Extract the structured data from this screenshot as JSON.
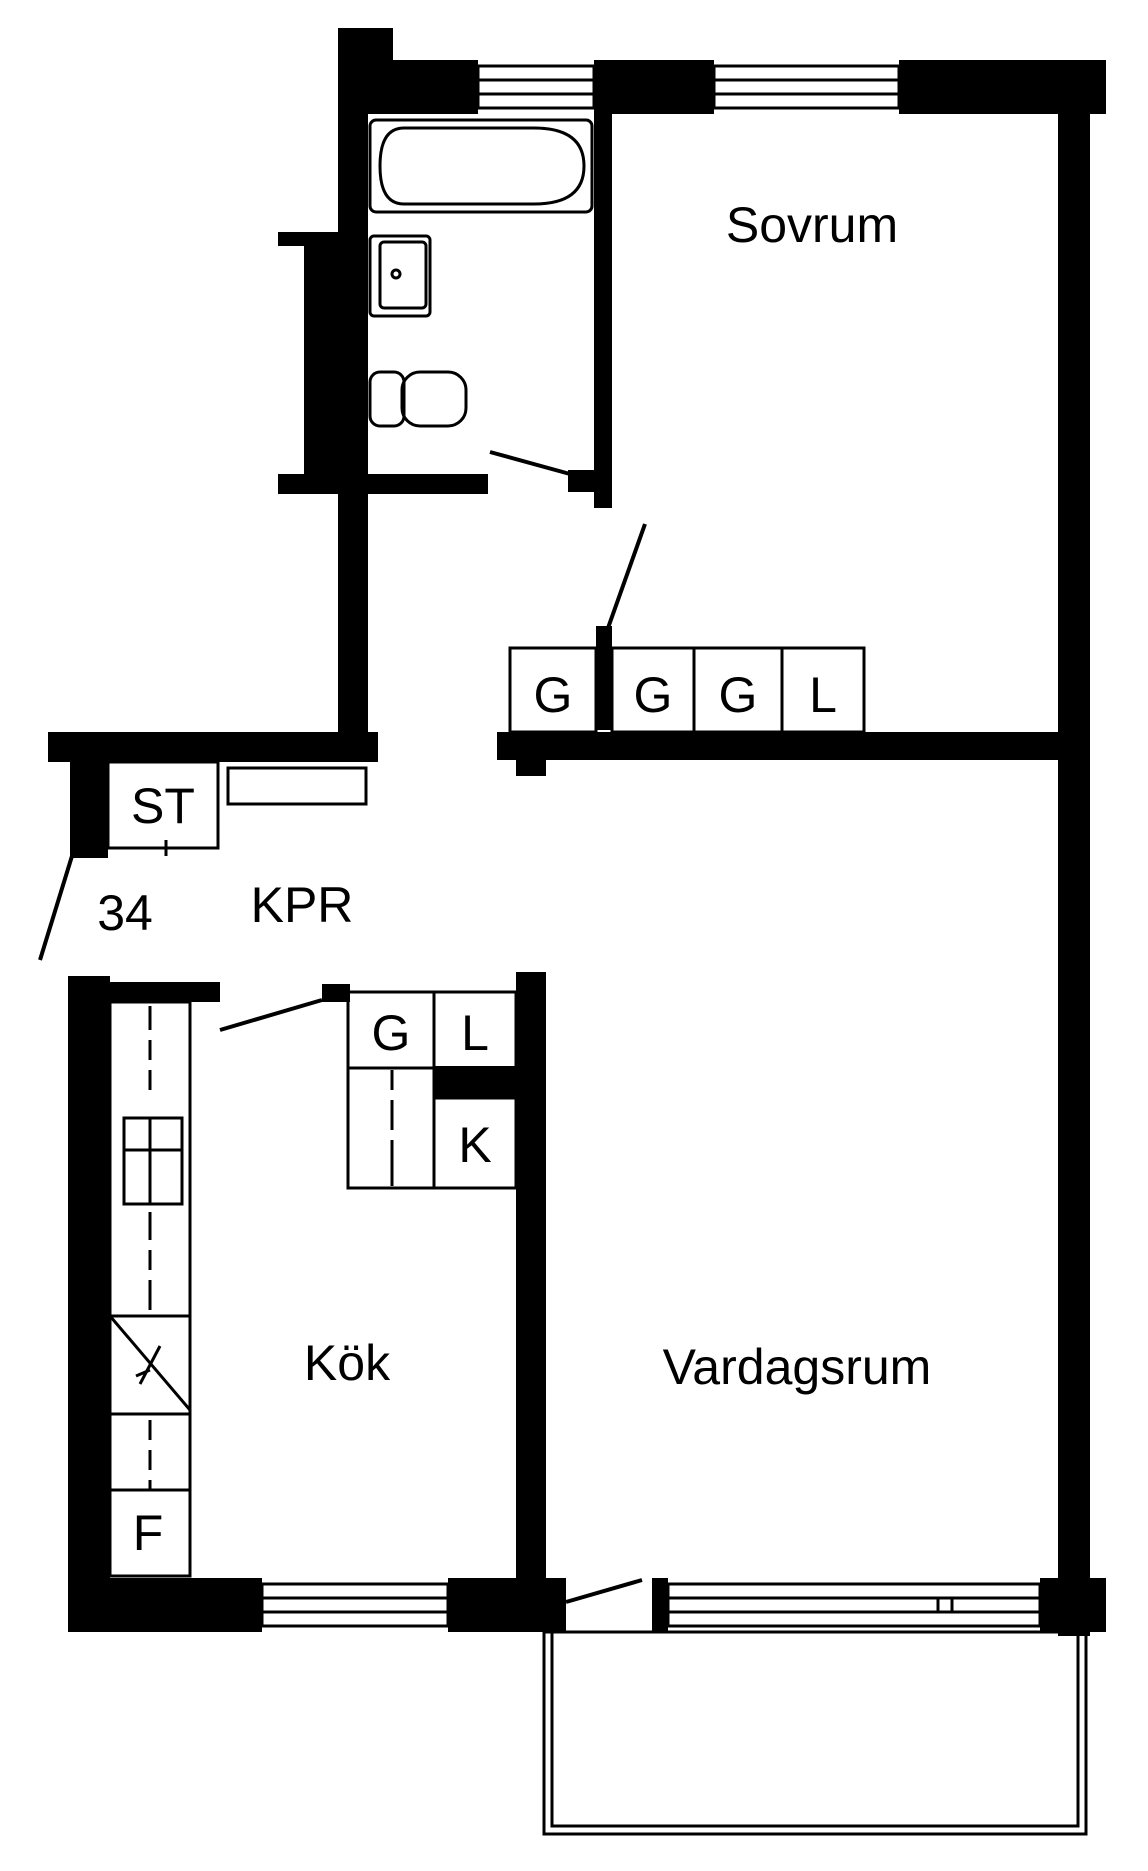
{
  "plan": {
    "rooms": {
      "sovrum": "Sovrum",
      "kpr": "KPR",
      "kok": "Kök",
      "vardagsrum": "Vardagsrum"
    },
    "entrance_number": "34",
    "cabinets": {
      "st": "ST",
      "wardrobe_1": "G",
      "wardrobe_2": "G",
      "wardrobe_3": "G",
      "linen_1": "L",
      "kitchen_wardrobe": "G",
      "kitchen_linen": "L",
      "kitchen_k": "K",
      "fridge": "F"
    },
    "colors": {
      "wall": "#000000",
      "background": "#ffffff"
    }
  }
}
